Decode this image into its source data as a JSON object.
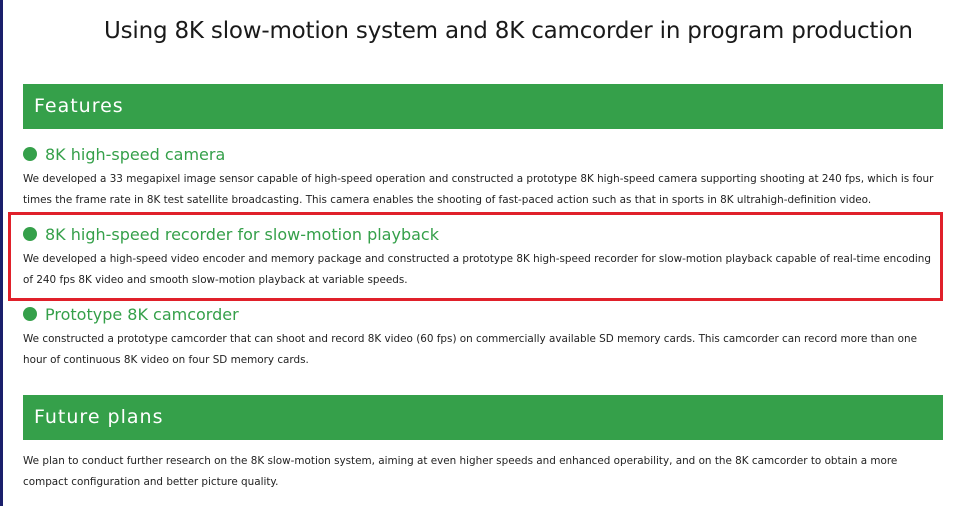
{
  "page": {
    "title": "Using 8K slow-motion system and 8K camcorder in program production"
  },
  "features_section": {
    "heading": "Features",
    "items": [
      {
        "title": "8K high-speed camera",
        "description": "We developed a 33 megapixel image sensor capable of high-speed operation and constructed a prototype 8K high-speed camera supporting shooting at 240 fps, which is four times the frame rate in 8K test satellite broadcasting. This camera enables the shooting of fast-paced action such as that in sports in 8K ultrahigh-definition video."
      },
      {
        "title": "8K high-speed recorder for slow-motion playback",
        "description": "We developed a high-speed video encoder and memory package and constructed a prototype 8K high-speed recorder for slow-motion playback capable of real-time encoding of 240 fps 8K video and smooth slow-motion playback at variable speeds."
      },
      {
        "title": "Prototype 8K camcorder",
        "description": "We constructed a prototype camcorder that can shoot and record 8K video (60 fps) on commercially available SD memory cards. This camcorder can record more than one hour of continuous 8K video on four SD memory cards."
      }
    ]
  },
  "future_section": {
    "heading": "Future plans",
    "description": "We plan to conduct further research on the 8K slow-motion system, aiming at even higher speeds and enhanced operability, and on the 8K camcorder to obtain a more compact configuration and better picture quality."
  },
  "colors": {
    "accent_green": "#35a04a",
    "highlight_red": "#e0202a",
    "left_edge_navy": "#1a1f6b"
  }
}
